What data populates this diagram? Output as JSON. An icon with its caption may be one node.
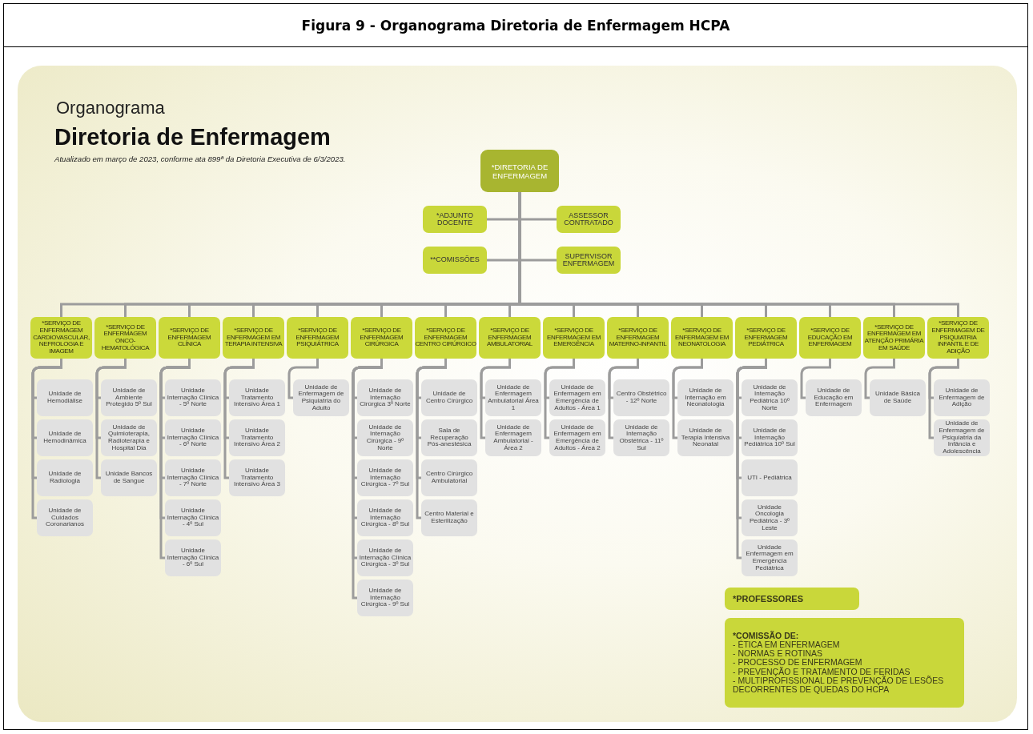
{
  "diagram": {
    "title": "Figura 9 - Organograma Diretoria de Enfermagem HCPA",
    "labels": [
      "Organograma",
      "Diretoria de Enfermagem",
      "Atualizado em março de 2023, conforme ata 899ª da Diretoria Executiva de 6/3/2023."
    ],
    "nodes": [
      {
        "text": [
          "*DIRETORIA DE ENFERMAGEM"
        ]
      },
      {
        "text": [
          "*ADJUNTO DOCENTE"
        ]
      },
      {
        "text": [
          "ASSESSOR CONTRATADO"
        ]
      },
      {
        "text": [
          "**COMISSÕES"
        ]
      },
      {
        "text": [
          "SUPERVISOR ENFERMAGEM"
        ]
      },
      {
        "text": [
          "*SERVIÇO DE ENFERMAGEM CARDIOVASCULAR, NEFROLOGIA E IMAGEM"
        ]
      },
      {
        "text": [
          "*SERVIÇO DE ENFERMAGEM ONCO-HEMATOLÓGICA"
        ]
      },
      {
        "text": [
          "*SERVIÇO DE ENFERMAGEM CLÍNICA"
        ]
      },
      {
        "text": [
          "*SERVIÇO DE ENFERMAGEM EM TERAPIA INTENSIVA"
        ]
      },
      {
        "text": [
          "*SERVIÇO DE ENFERMAGEM PSIQUIÁTRICA"
        ]
      },
      {
        "text": [
          "*SERVIÇO DE ENFERMAGEM CIRÚRGICA"
        ]
      },
      {
        "text": [
          "*SERVIÇO DE ENFERMAGEM CENTRO CIRÚRGICO"
        ]
      },
      {
        "text": [
          "*SERVIÇO DE ENFERMAGEM AMBULATORIAL"
        ]
      },
      {
        "text": [
          "*SERVIÇO DE ENFERMAGEM EM EMERGÊNCIA"
        ]
      },
      {
        "text": [
          "*SERVIÇO DE ENFERMAGEM MATERNO-INFANTIL"
        ]
      },
      {
        "text": [
          "*SERVIÇO DE ENFERMAGEM EM NEONATOLOGIA"
        ]
      },
      {
        "text": [
          "*SERVIÇO DE ENFERMAGEM PEDIÁTRICA"
        ]
      },
      {
        "text": [
          "*SERVIÇO DE EDUCAÇÃO EM ENFERMAGEM"
        ]
      },
      {
        "text": [
          "*SERVIÇO DE ENFERMAGEM EM ATENÇÃO PRIMÁRIA EM SAÚDE"
        ]
      },
      {
        "text": [
          "*SERVIÇO DE ENFERMAGEM DE PSIQUIATRIA INFANTIL E DE ADIÇÃO"
        ]
      },
      {
        "text": [
          "Unidade de Hemodiálise"
        ]
      },
      {
        "text": [
          "Unidade de Hemodinâmica"
        ]
      },
      {
        "text": [
          "Unidade de Radiologia"
        ]
      },
      {
        "text": [
          "Unidade de Cuidados Coronarianos"
        ]
      },
      {
        "text": [
          "Unidade de Ambiente Protegido 5º Sul"
        ]
      },
      {
        "text": [
          "Unidade de Quimioterapia, Radioterapia e Hospital Dia"
        ]
      },
      {
        "text": [
          "Unidade Bancos de Sangue"
        ]
      },
      {
        "text": [
          "Unidade Internação Clínica - 5º Norte"
        ]
      },
      {
        "text": [
          "Unidade Internação Clínica - 6º Norte"
        ]
      },
      {
        "text": [
          "Unidade Internação Clínica - 7º Norte"
        ]
      },
      {
        "text": [
          "Unidade Internação Clínica - 4º Sul"
        ]
      },
      {
        "text": [
          "Unidade Internação Clínica - 6º Sul"
        ]
      },
      {
        "text": [
          "Unidade Tratamento Intensivo Área 1"
        ]
      },
      {
        "text": [
          "Unidade Tratamento Intensivo Área 2"
        ]
      },
      {
        "text": [
          "Unidade Tratamento Intensivo Área 3"
        ]
      },
      {
        "text": [
          "Unidade de Enfermagem de Psiquiatria do Adulto"
        ]
      },
      {
        "text": [
          "Unidade de Internação Cirúrgica 3º Norte"
        ]
      },
      {
        "text": [
          "Unidade de Internação Cirúrgica - 9º Norte"
        ]
      },
      {
        "text": [
          "Unidade de Internação Cirúrgica - 7º Sul"
        ]
      },
      {
        "text": [
          "Unidade de Internação Cirúrgica - 8º Sul"
        ]
      },
      {
        "text": [
          "Unidade de Internação Clínica Cirúrgica - 3º Sul"
        ]
      },
      {
        "text": [
          "Unidade de Internação Cirúrgica - 9º Sul"
        ]
      },
      {
        "text": [
          "Unidade de Centro Cirúrgico"
        ]
      },
      {
        "text": [
          "Sala de Recuperação Pós-anestésica"
        ]
      },
      {
        "text": [
          "Centro Cirúrgico Ambulatorial"
        ]
      },
      {
        "text": [
          "Centro Material e Esterilização"
        ]
      },
      {
        "text": [
          "Unidade de Enfermagem Ambulatorial Área 1"
        ]
      },
      {
        "text": [
          "Unidade de Enfermagem Ambulatorial - Área 2"
        ]
      },
      {
        "text": [
          "Unidade de Enfermagem em Emergência de Adultos - Área 1"
        ]
      },
      {
        "text": [
          "Unidade de Enfermagem em Emergência de Adultos - Área 2"
        ]
      },
      {
        "text": [
          "Centro Obstétrico - 12º Norte"
        ]
      },
      {
        "text": [
          "Unidade de Internação Obstétrica - 11º Sul"
        ]
      },
      {
        "text": [
          "Unidade de Internação em Neonatologia"
        ]
      },
      {
        "text": [
          "Unidade de Terapia Intensiva Neonatal"
        ]
      },
      {
        "text": [
          "Unidade de Internação Pediátrica 10º Norte"
        ]
      },
      {
        "text": [
          "Unidade de Internação Pediátrica 10º Sul"
        ]
      },
      {
        "text": [
          "UTI - Pediátrica"
        ]
      },
      {
        "text": [
          "Unidade Oncologia Pediátrica - 3º Leste"
        ]
      },
      {
        "text": [
          "Unidade Enfermagem em Emergência Pediátrica"
        ]
      },
      {
        "text": [
          "Unidade de Educação em Enfermagem"
        ]
      },
      {
        "text": [
          "Unidade Básica de Saúde"
        ]
      },
      {
        "text": [
          "Unidade de Enfermagem de Adição"
        ]
      },
      {
        "text": [
          "Unidade de Enfermagem de Psiquiatria da Infância e Adolescência"
        ]
      },
      {
        "text": [
          "*PROFESSORES"
        ]
      },
      {
        "text": [
          "*COMISSÃO DE:",
          "- ÉTICA EM ENFERMAGEM",
          "- NORMAS E ROTINAS",
          "- PROCESSO DE ENFERMAGEM",
          "- PREVENÇÃO E TRATAMENTO DE FERIDAS",
          "- MULTIPROFISSIONAL DE PREVENÇÃO DE LESÕES DECORRENTES DE QUEDAS DO HCPA"
        ]
      }
    ],
    "edges": [
      {
        "from": 0,
        "to": 1,
        "arrow": "none"
      },
      {
        "from": 0,
        "to": 2,
        "arrow": "none"
      },
      {
        "from": 0,
        "to": 3,
        "arrow": "none"
      },
      {
        "from": 0,
        "to": 4,
        "arrow": "none"
      },
      {
        "from": 0,
        "to": 5,
        "arrow": "none"
      },
      {
        "from": 0,
        "to": 6,
        "arrow": "none"
      },
      {
        "from": 0,
        "to": 7,
        "arrow": "none"
      },
      {
        "from": 0,
        "to": 8,
        "arrow": "none"
      },
      {
        "from": 0,
        "to": 9,
        "arrow": "none"
      },
      {
        "from": 0,
        "to": 10,
        "arrow": "none"
      },
      {
        "from": 0,
        "to": 11,
        "arrow": "none"
      },
      {
        "from": 0,
        "to": 12,
        "arrow": "none"
      },
      {
        "from": 0,
        "to": 13,
        "arrow": "none"
      },
      {
        "from": 0,
        "to": 14,
        "arrow": "none"
      },
      {
        "from": 0,
        "to": 15,
        "arrow": "none"
      },
      {
        "from": 0,
        "to": 16,
        "arrow": "none"
      },
      {
        "from": 0,
        "to": 17,
        "arrow": "none"
      },
      {
        "from": 0,
        "to": 18,
        "arrow": "none"
      },
      {
        "from": 0,
        "to": 19,
        "arrow": "none"
      },
      {
        "from": 5,
        "to": 20,
        "arrow": "none"
      },
      {
        "from": 5,
        "to": 21,
        "arrow": "none"
      },
      {
        "from": 5,
        "to": 22,
        "arrow": "none"
      },
      {
        "from": 5,
        "to": 23,
        "arrow": "none"
      },
      {
        "from": 6,
        "to": 24,
        "arrow": "none"
      },
      {
        "from": 6,
        "to": 25,
        "arrow": "none"
      },
      {
        "from": 6,
        "to": 26,
        "arrow": "none"
      },
      {
        "from": 7,
        "to": 27,
        "arrow": "none"
      },
      {
        "from": 7,
        "to": 28,
        "arrow": "none"
      },
      {
        "from": 7,
        "to": 29,
        "arrow": "none"
      },
      {
        "from": 7,
        "to": 30,
        "arrow": "none"
      },
      {
        "from": 7,
        "to": 31,
        "arrow": "none"
      },
      {
        "from": 8,
        "to": 32,
        "arrow": "none"
      },
      {
        "from": 8,
        "to": 33,
        "arrow": "none"
      },
      {
        "from": 8,
        "to": 34,
        "arrow": "none"
      },
      {
        "from": 9,
        "to": 35,
        "arrow": "none"
      },
      {
        "from": 10,
        "to": 36,
        "arrow": "none"
      },
      {
        "from": 10,
        "to": 37,
        "arrow": "none"
      },
      {
        "from": 10,
        "to": 38,
        "arrow": "none"
      },
      {
        "from": 10,
        "to": 39,
        "arrow": "none"
      },
      {
        "from": 10,
        "to": 40,
        "arrow": "none"
      },
      {
        "from": 10,
        "to": 41,
        "arrow": "none"
      },
      {
        "from": 11,
        "to": 42,
        "arrow": "none"
      },
      {
        "from": 11,
        "to": 43,
        "arrow": "none"
      },
      {
        "from": 11,
        "to": 44,
        "arrow": "none"
      },
      {
        "from": 11,
        "to": 45,
        "arrow": "none"
      },
      {
        "from": 12,
        "to": 46,
        "arrow": "none"
      },
      {
        "from": 12,
        "to": 47,
        "arrow": "none"
      },
      {
        "from": 13,
        "to": 48,
        "arrow": "none"
      },
      {
        "from": 13,
        "to": 49,
        "arrow": "none"
      },
      {
        "from": 14,
        "to": 50,
        "arrow": "none"
      },
      {
        "from": 14,
        "to": 51,
        "arrow": "none"
      },
      {
        "from": 15,
        "to": 52,
        "arrow": "none"
      },
      {
        "from": 15,
        "to": 53,
        "arrow": "none"
      },
      {
        "from": 16,
        "to": 54,
        "arrow": "none"
      },
      {
        "from": 16,
        "to": 55,
        "arrow": "none"
      },
      {
        "from": 16,
        "to": 56,
        "arrow": "none"
      },
      {
        "from": 16,
        "to": 57,
        "arrow": "none"
      },
      {
        "from": 16,
        "to": 58,
        "arrow": "none"
      },
      {
        "from": 17,
        "to": 59,
        "arrow": "none"
      },
      {
        "from": 18,
        "to": 60,
        "arrow": "none"
      },
      {
        "from": 19,
        "to": 61,
        "arrow": "none"
      },
      {
        "from": 19,
        "to": 62,
        "arrow": "none"
      }
    ]
  }
}
